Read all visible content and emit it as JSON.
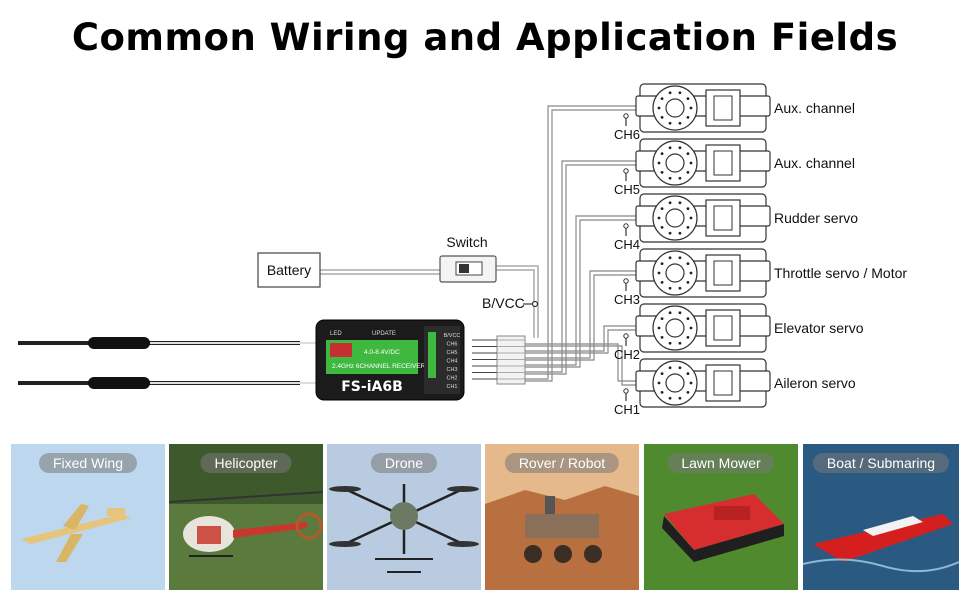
{
  "title": "Common Wiring and Application Fields",
  "diagram": {
    "battery": "Battery",
    "switch": "Switch",
    "bvcc": "B/VCC",
    "receiver": {
      "model": "FS-iA6B",
      "led": "LED",
      "update": "UPDATE",
      "voltage": "4.0-8.4V/DC",
      "spec": "2.4GHz 6CHANNEL RECEIVER",
      "ports": [
        "B/VCC",
        "CH6",
        "CH5",
        "CH4",
        "CH3",
        "CH2",
        "CH1"
      ]
    },
    "channels": [
      {
        "id": "CH6",
        "label": "Aux. channel"
      },
      {
        "id": "CH5",
        "label": "Aux. channel"
      },
      {
        "id": "CH4",
        "label": "Rudder servo"
      },
      {
        "id": "CH3",
        "label": "Throttle servo / Motor"
      },
      {
        "id": "CH2",
        "label": "Elevator servo"
      },
      {
        "id": "CH1",
        "label": "Aileron servo"
      }
    ]
  },
  "applications": [
    {
      "label": "Fixed Wing"
    },
    {
      "label": "Helicopter"
    },
    {
      "label": "Drone"
    },
    {
      "label": "Rover / Robot"
    },
    {
      "label": "Lawn Mower"
    },
    {
      "label": "Boat / Submaring"
    }
  ]
}
